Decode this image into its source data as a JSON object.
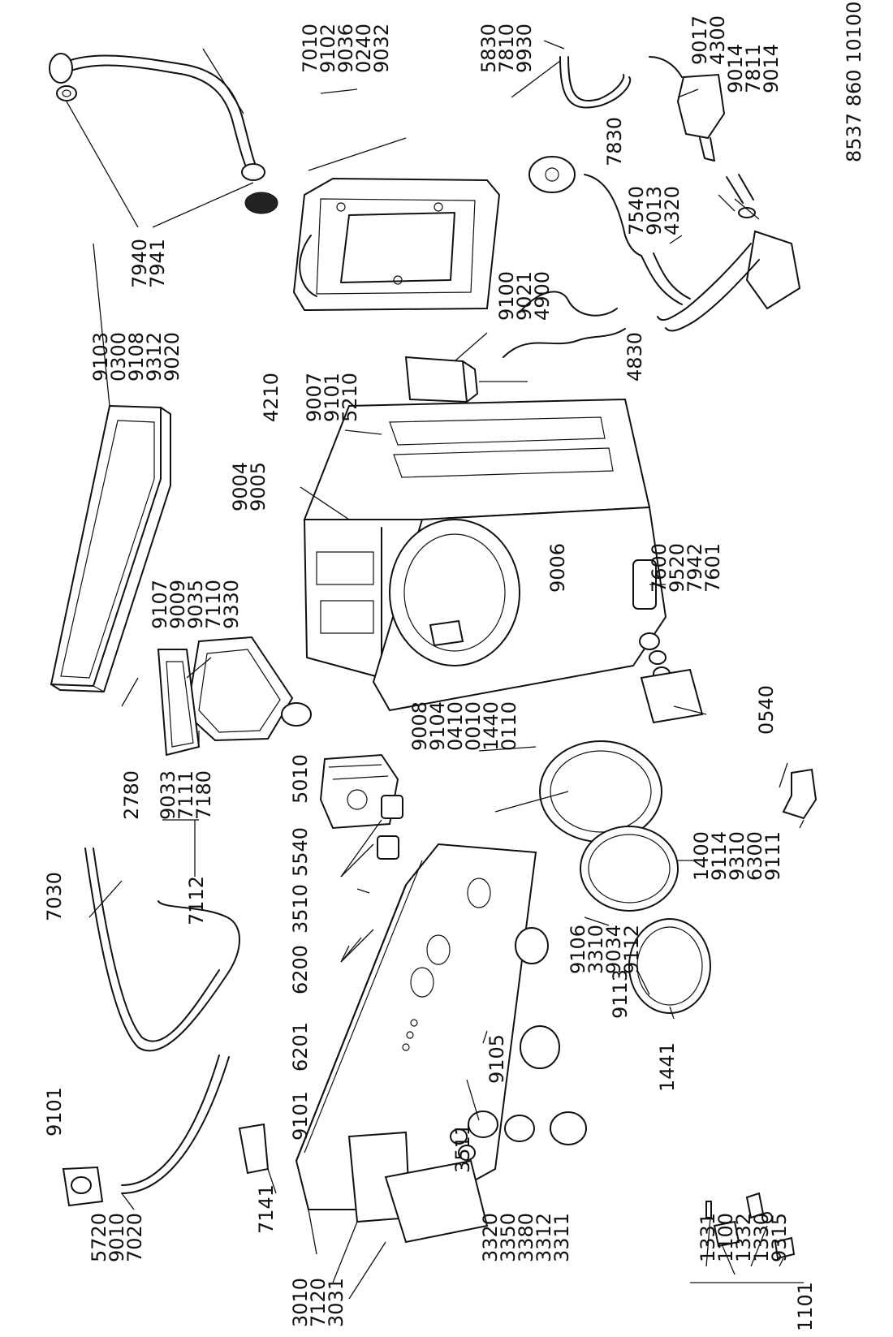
{
  "doc_number": "8537 860 10100",
  "labels": [
    "7940",
    "7941",
    "7010",
    "9102",
    "9036",
    "0240",
    "9032",
    "5830",
    "7810",
    "9930",
    "9017",
    "4300",
    "9014",
    "7811",
    "9014",
    "7830",
    "7540",
    "9013",
    "4320",
    "9103",
    "0300",
    "9108",
    "9312",
    "9020",
    "9100",
    "9021",
    "4900",
    "4210",
    "9007",
    "9101",
    "5210",
    "4830",
    "9004",
    "9005",
    "9107",
    "9009",
    "9035",
    "7110",
    "9330",
    "9006",
    "7600",
    "9520",
    "7942",
    "7601",
    "2780",
    "9033",
    "7111",
    "7180",
    "7112",
    "9008",
    "9104",
    "0410",
    "0010",
    "1440",
    "0110",
    "0540",
    "5010",
    "5540",
    "3510",
    "6200",
    "6201",
    "7030",
    "9101",
    "9101",
    "5720",
    "9010",
    "7020",
    "7141",
    "9106",
    "3310",
    "9034",
    "9112",
    "9113",
    "1400",
    "9114",
    "9310",
    "6300",
    "9111",
    "1441",
    "9105",
    "3511",
    "3010",
    "7120",
    "3031",
    "3320",
    "3350",
    "3380",
    "3312",
    "3311",
    "1331",
    "1100",
    "1332",
    "1330",
    "9315",
    "1101"
  ]
}
